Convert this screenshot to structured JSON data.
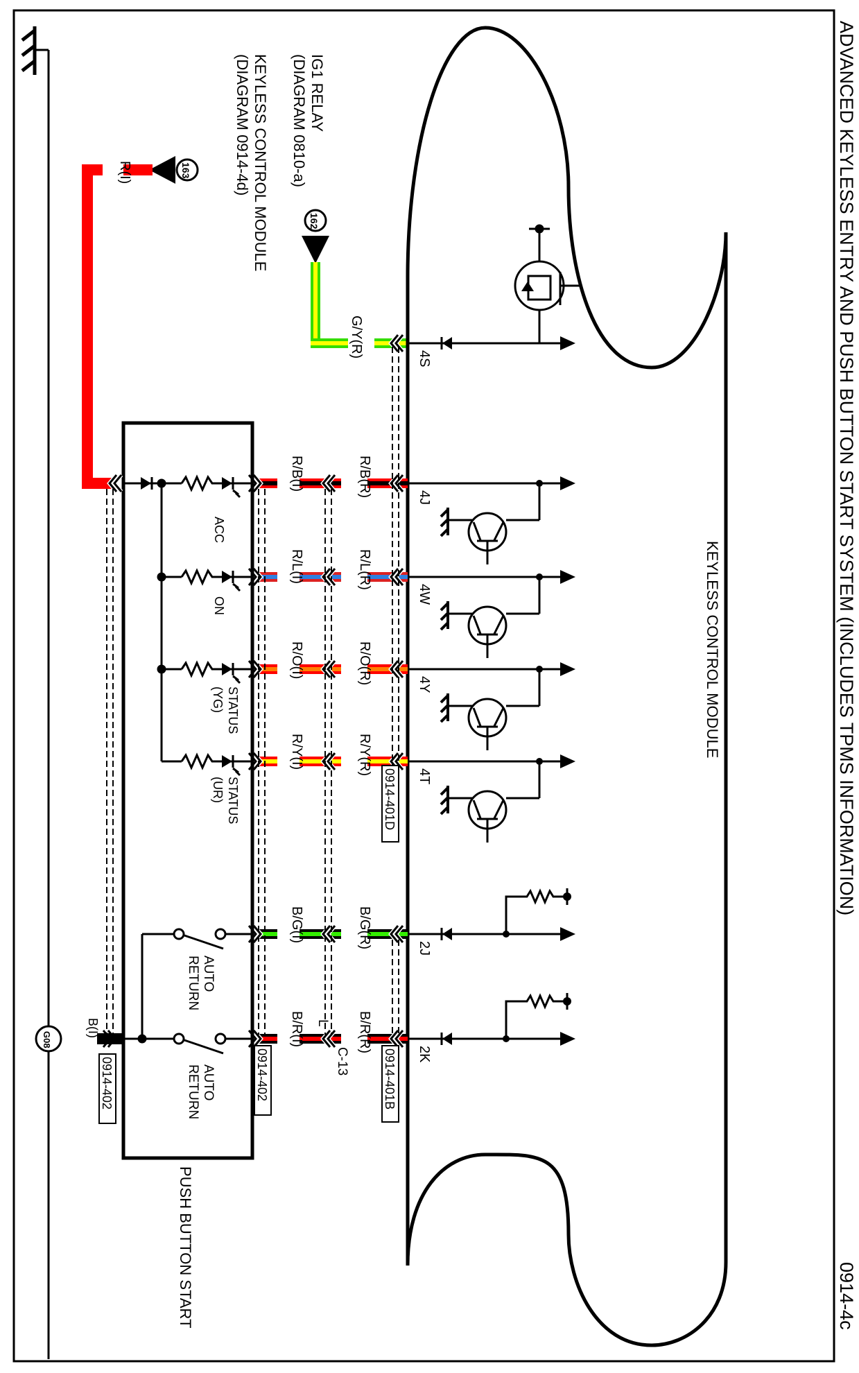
{
  "title": "ADVANCED KEYLESS ENTRY AND PUSH BUTTON START SYSTEM (INCLUDES TPMS INFORMATION)",
  "diagram_id": "0914-4c",
  "components": {
    "keyless_control_module": "KEYLESS CONTROL MODULE",
    "push_button_start": "PUSH BUTTON START"
  },
  "references": {
    "ig1_relay": {
      "line1": "IG1 RELAY",
      "line2": "(DIAGRAM 0810-a)",
      "node": "162"
    },
    "kcm_ref": {
      "line1": "KEYLESS CONTROL MODULE",
      "line2": "(DIAGRAM 0914-4d)",
      "node": "163"
    }
  },
  "ground": {
    "id": "G08",
    "wire": "B(I)"
  },
  "feed_wire": {
    "label": "R(I)",
    "color": "#ff0000"
  },
  "pins": [
    {
      "pin": "4S",
      "wire_r": "G/Y(R)",
      "wire_i": "",
      "base": "#ffff00",
      "stripe": "#33dd00"
    },
    {
      "pin": "4J",
      "wire_r": "R/B(R)",
      "wire_i": "R/B(I)",
      "base": "#000000",
      "stripe": "#ff0000",
      "led": "ACC"
    },
    {
      "pin": "4W",
      "wire_r": "R/L(R)",
      "wire_i": "R/L(I)",
      "base": "#2f7fe0",
      "stripe": "#dd2222",
      "led": "ON"
    },
    {
      "pin": "4Y",
      "wire_r": "R/O(R)",
      "wire_i": "R/O(I)",
      "base": "#ff7f00",
      "stripe": "#ff0000",
      "led": "STATUS (YG)"
    },
    {
      "pin": "4T",
      "wire_r": "R/Y(R)",
      "wire_i": "R/Y(I)",
      "base": "#ffff00",
      "stripe": "#ff0000",
      "led": "STATUS (UR)"
    },
    {
      "pin": "2J",
      "wire_r": "B/G(R)",
      "wire_i": "B/G(I)",
      "base": "#33ee00",
      "stripe": "#000000",
      "switch": "AUTO RETURN"
    },
    {
      "pin": "2K",
      "wire_r": "B/R(R)",
      "wire_i": "B/R(I)",
      "base": "#ff0000",
      "stripe": "#000000",
      "switch": "AUTO RETURN"
    }
  ],
  "led_labels": {
    "acc": "ACC",
    "on": "ON",
    "status_yg_1": "STATUS",
    "status_yg_2": "(YG)",
    "status_ur_1": "STATUS",
    "status_ur_2": "(UR)"
  },
  "switch_labels": {
    "line1": "AUTO",
    "line2": "RETURN"
  },
  "connectors": {
    "c401d": "0914-401D",
    "c401b": "0914-401B",
    "c402_mid": "0914-402",
    "c402_left": "0914-402",
    "c13": "C-13",
    "c13_pin": "L"
  }
}
